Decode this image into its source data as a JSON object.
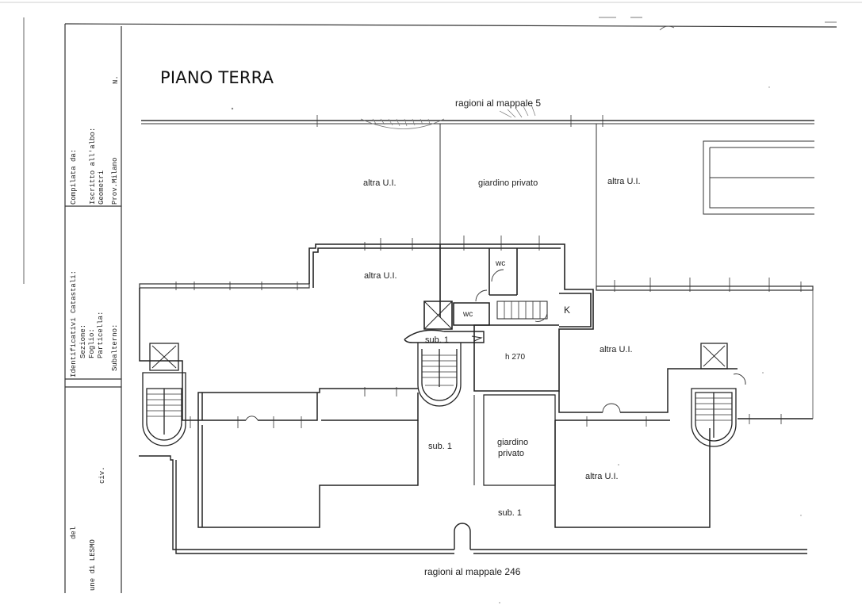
{
  "title": "PIANO TERRA",
  "labels": {
    "top_boundary": "ragioni al mappale 5",
    "bottom_boundary": "ragioni al mappale 246",
    "altra_ui_top_left": "altra U.I.",
    "giardino_privato_top": "giardino privato",
    "altra_ui_top_right": "altra U.I.",
    "altra_ui_mid_left": "altra U.I.",
    "wc_upper": "wc",
    "wc_lower": "wc",
    "kitchen": "K",
    "sub1_entry": "sub. 1",
    "height": "h 270",
    "altra_ui_mid_right": "altra U.I.",
    "sub1_courtyard": "sub. 1",
    "giardino_privato_bottom_line1": "giardino",
    "giardino_privato_bottom_line2": "privato",
    "altra_ui_bottom_right": "altra U.I.",
    "sub1_bottom": "sub. 1"
  },
  "cartouche": {
    "compilata": "Compilata da:",
    "iscritto": "Iscritto all'albo:",
    "geometri": "Geometri",
    "prov": "Prov.Milano",
    "n": "N.",
    "identificativi": "Identificativi Catastali:",
    "sezione": "Sezione:",
    "foglio": "Foglio:",
    "particella": "Particella:",
    "subalterno": "Subalterno:",
    "del": "del",
    "comune": "une di LESMO",
    "civ": "civ."
  }
}
